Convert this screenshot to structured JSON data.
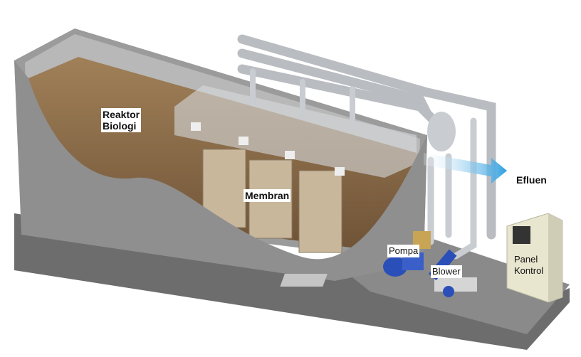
{
  "title": "Membrane Bioreactor Diagram",
  "labels": {
    "reaktor_biologi": [
      "Reaktor",
      "Biologi"
    ],
    "membran": "Membran",
    "efluen": "Efluen",
    "pompa": "Pompa",
    "blower": "Blower",
    "panel_kontrol": [
      "Panel",
      "Kontrol"
    ]
  },
  "colors": {
    "concrete": "#8f8f8f",
    "sludge": "#8a6a45",
    "pipe": "#c9ccd0",
    "equipment_blue": "#2a4fb8",
    "effluent_arrow": "#3aa7e0",
    "panel": "#e8e6cf"
  }
}
